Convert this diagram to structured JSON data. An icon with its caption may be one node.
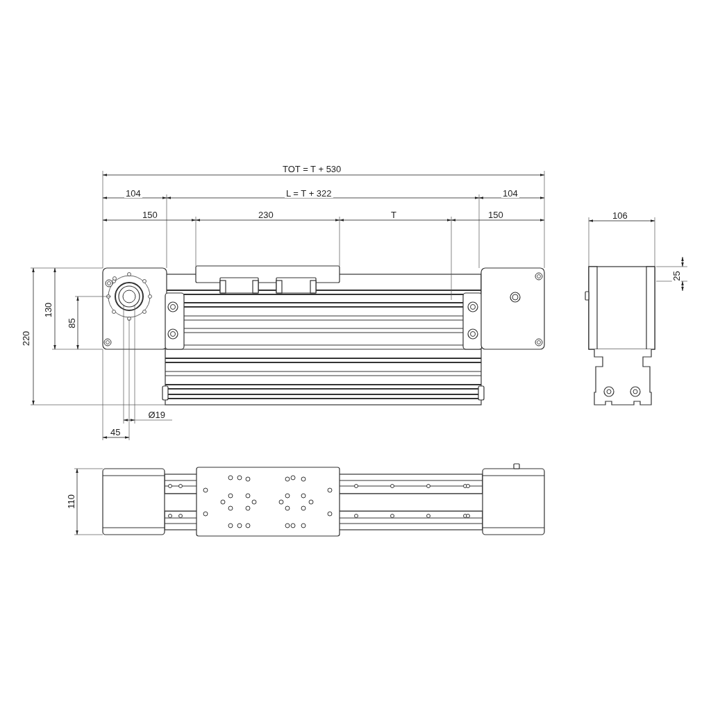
{
  "diagram": {
    "labels": [
      "TOT = T + 530",
      "104",
      "L = T + 322",
      "104",
      "150",
      "230",
      "T",
      "150",
      "106",
      "25",
      "220",
      "130",
      "85",
      "Ø19",
      "45",
      "110"
    ]
  }
}
